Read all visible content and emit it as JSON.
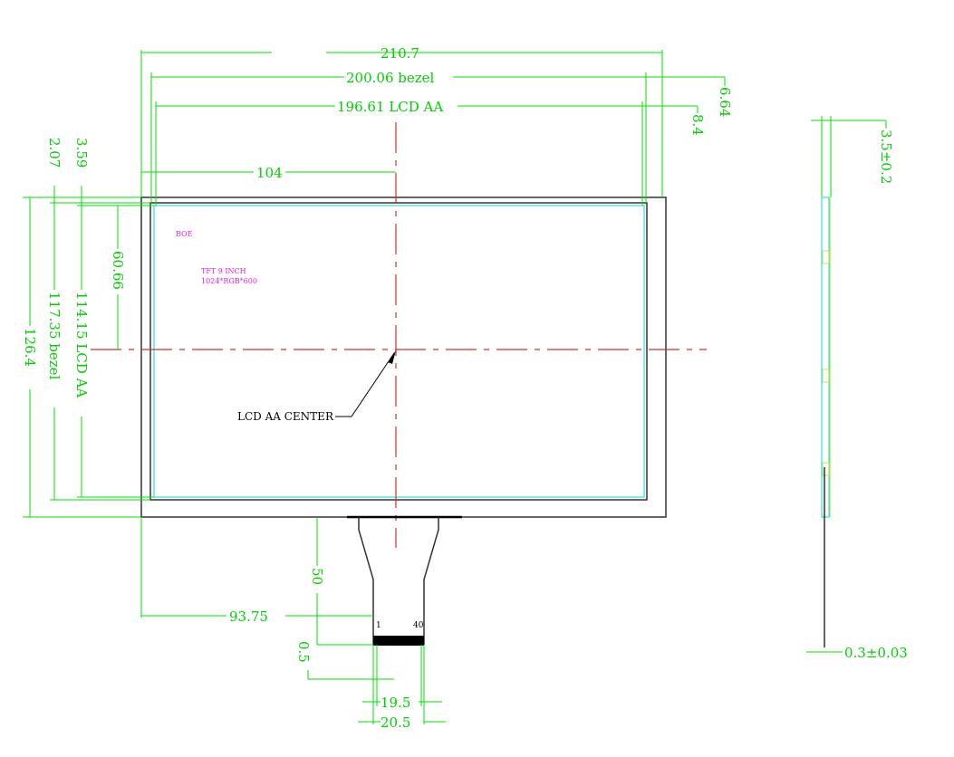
{
  "front_view": {
    "dims": {
      "overall_width": "210.7",
      "bezel_width": "200.06 bezel",
      "aa_width": "196.61 LCD AA",
      "offset_right_bezel": "6.64",
      "offset_right_aa": "8.4",
      "center_x": "104",
      "offset_top_bezel": "2.07",
      "offset_top_aa": "3.59",
      "center_y": "60.66",
      "aa_height": "114.15 LCD AA",
      "bezel_height": "117.35 bezel",
      "overall_height": "126.4",
      "fpc_length": "50",
      "fpc_offset": "93.75",
      "fpc_stiffener": "0.5",
      "pin_pitch_span": "19.5",
      "fpc_width": "20.5"
    },
    "labels": {
      "brand": "BOE",
      "model": "TFT 9 INCH",
      "resolution": "1024*RGB*600",
      "center": "LCD AA CENTER",
      "pin_first": "1",
      "pin_last": "40"
    }
  },
  "side_view": {
    "thickness": "3.5±0.2",
    "fpc_thickness": "0.3±0.03"
  }
}
